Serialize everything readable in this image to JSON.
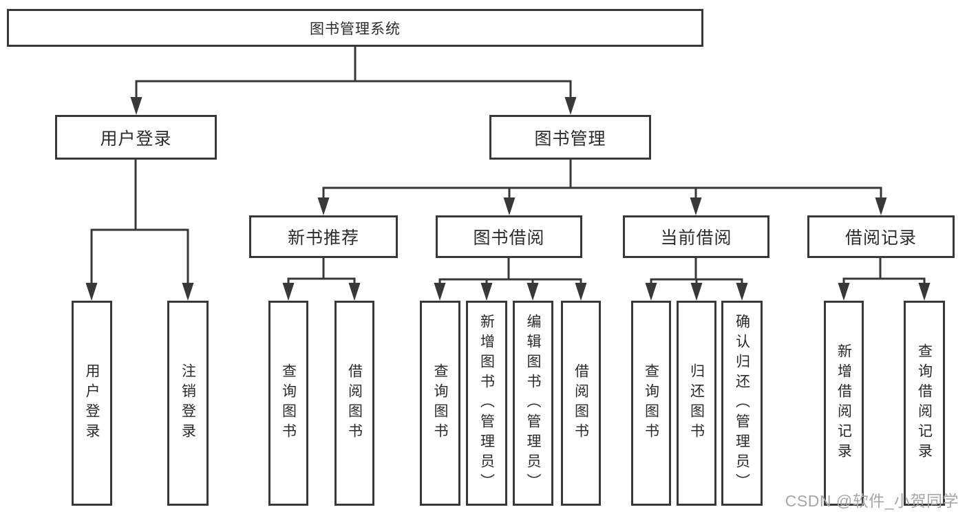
{
  "watermark": "CSDN @软件_小贺同学",
  "tree": {
    "root": "图书管理系统",
    "branches": [
      {
        "label": "用户登录",
        "children": [
          "用户登录",
          "注销登录"
        ]
      },
      {
        "label": "图书管理",
        "groups": [
          {
            "label": "新书推荐",
            "children": [
              "查询图书",
              "借阅图书"
            ]
          },
          {
            "label": "图书借阅",
            "children": [
              "查询图书",
              "新增图书（管理员）",
              "编辑图书（管理员）",
              "借阅图书"
            ]
          },
          {
            "label": "当前借阅",
            "children": [
              "查询图书",
              "归还图书",
              "确认归还（管理员）"
            ]
          },
          {
            "label": "借阅记录",
            "children": [
              "新增借阅记录",
              "查询借阅记录"
            ]
          }
        ]
      }
    ]
  }
}
